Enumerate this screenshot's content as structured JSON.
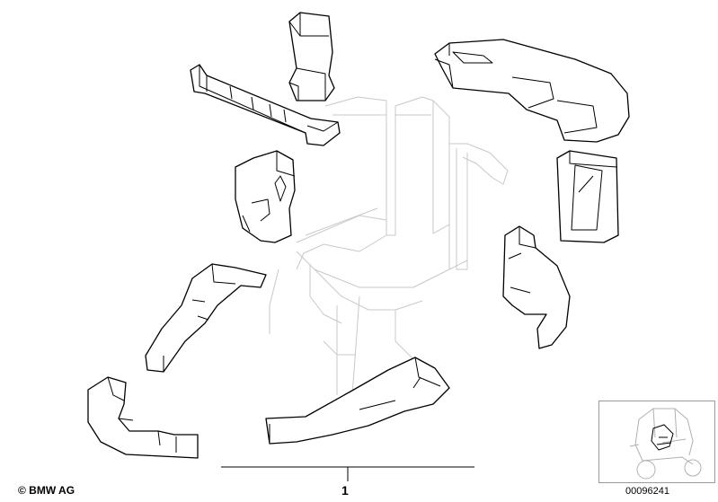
{
  "footer": {
    "copyright": "© BMW AG",
    "diagram_id": "00096241"
  },
  "callouts": [
    {
      "label": "1"
    }
  ],
  "thumbnail": {
    "icon": "scooter-thumbnail-icon"
  },
  "colors": {
    "line": "#000000",
    "ghost_frame": "#c8c8c8",
    "thumbnail_border": "#9a9a9a"
  }
}
